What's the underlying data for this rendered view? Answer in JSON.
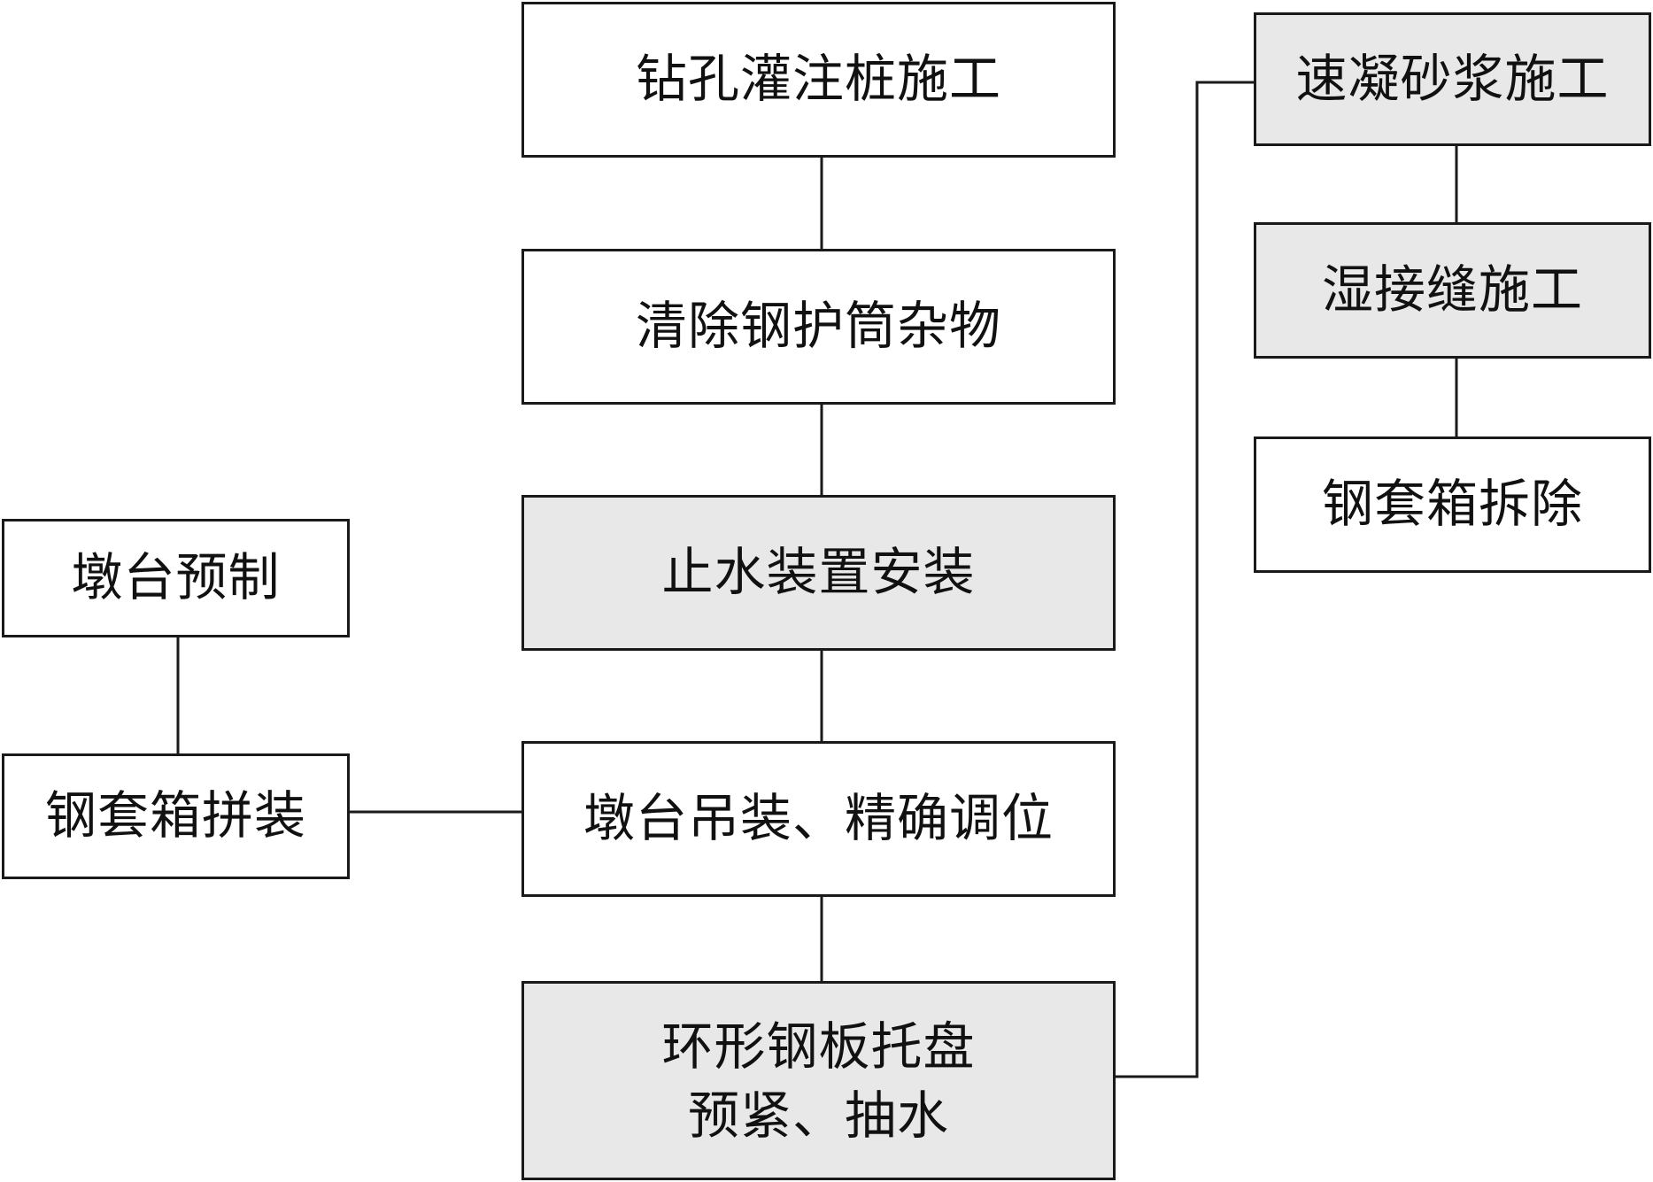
{
  "steps": {
    "drill_pile": "钻孔灌注桩施工",
    "clean_casing": "清除钢护筒杂物",
    "waterstop_install": "止水装置安装",
    "pier_hoist": "墩台吊装、精确调位",
    "ring_tray_line1": "环形钢板托盘",
    "ring_tray_line2": "预紧、抽水",
    "pier_prefab": "墩台预制",
    "box_assembly": "钢套箱拼装",
    "quick_mortar": "速凝砂浆施工",
    "wet_joint": "湿接缝施工",
    "box_removal": "钢套箱拆除"
  },
  "colors": {
    "highlight_fill": "#e8e8e8",
    "normal_fill": "#ffffff",
    "stroke": "#1a1a1a"
  }
}
